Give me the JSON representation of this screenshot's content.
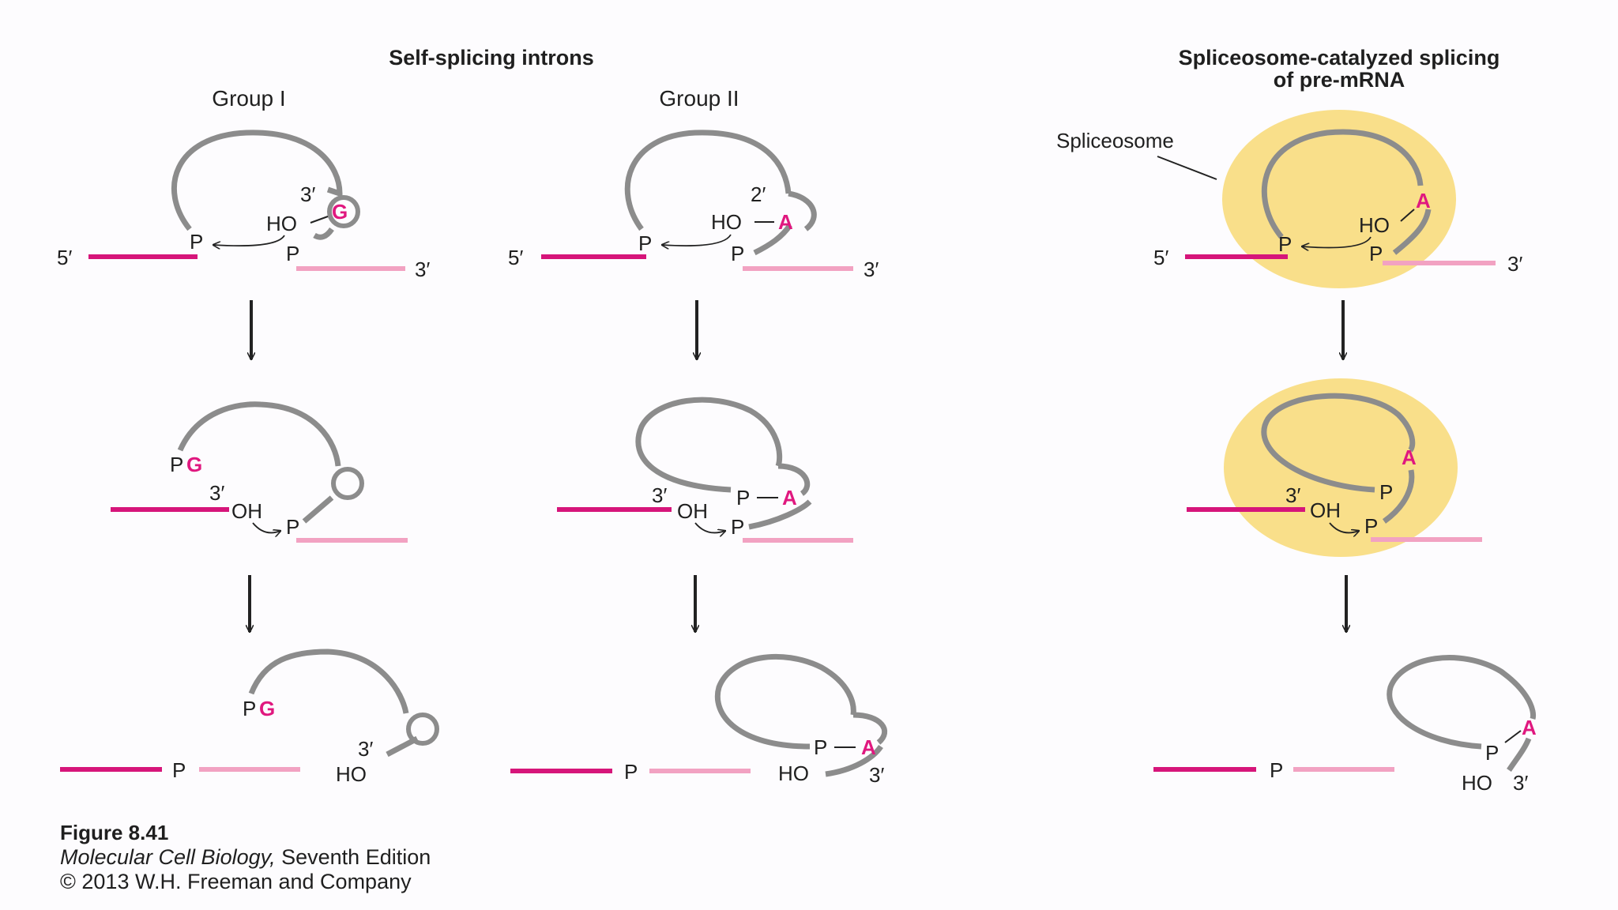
{
  "colors": {
    "exon5": "#d6157a",
    "exon3": "#f2a2c2",
    "intron": "#8c8c8c",
    "accent_nucleotide": "#e0187f",
    "spliceosome": "#f9df8a",
    "text": "#1f1f1f",
    "arrow": "#222222"
  },
  "titles": {
    "self_splicing": "Self-splicing introns",
    "spliceosome_line1": "Spliceosome-catalyzed splicing",
    "spliceosome_line2": "of pre-mRNA"
  },
  "groups": {
    "group1": "Group I",
    "group2": "Group II"
  },
  "labels": {
    "five_prime": "5′",
    "three_prime": "3′",
    "two_prime": "2′",
    "P": "P",
    "HO": "HO",
    "OH": "OH",
    "G": "G",
    "A": "A",
    "spliceosome": "Spliceosome",
    "dash": "—"
  },
  "caption": {
    "figure": "Figure 8.41",
    "book_italic": "Molecular Cell Biology,",
    "edition": " Seventh Edition",
    "copyright": "© 2013 W.H. Freeman and Company"
  }
}
